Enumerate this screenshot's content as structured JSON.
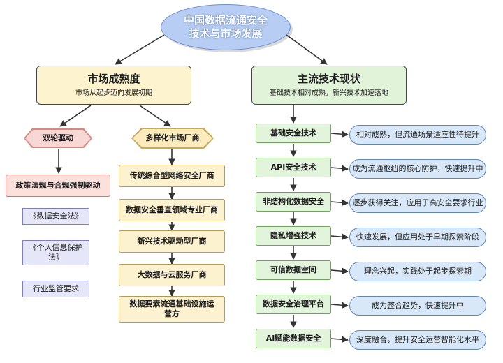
{
  "root": {
    "line1": "中国数据流通安全",
    "line2": "技术与市场发展"
  },
  "market": {
    "title": "市场成熟度",
    "subtitle": "市场从起步迈向发展初期",
    "dual_drive": {
      "label": "双轮驱动",
      "policy": "政策法规与合规强制驱动",
      "laws": [
        "《数据安全法》",
        "《个人信息保护法》",
        "行业监管要求"
      ]
    },
    "vendors": {
      "label": "多样化市场厂商",
      "items": [
        "传统综合型网络安全厂商",
        "数据安全垂直领域专业厂商",
        "新兴技术驱动型厂商",
        "大数据与云服务厂商",
        "数据要素流通基础设施运营方"
      ]
    }
  },
  "tech": {
    "title": "主流技术现状",
    "subtitle": "基础技术相对成熟，新兴技术加速落地",
    "items": [
      {
        "name": "基础安全技术",
        "status": "相对成熟，但流通场景适应性待提升"
      },
      {
        "name": "API安全技术",
        "status": "成为流通枢纽的核心防护，快速提升中"
      },
      {
        "name": "非结构化数据安全",
        "status": "逐步获得关注，应用于高安全要求行业"
      },
      {
        "name": "隐私增强技术",
        "status": "快速发展，但应用处于早期探索阶段"
      },
      {
        "name": "可信数据空间",
        "status": "理念兴起，实践处于起步探索期"
      },
      {
        "name": "数据安全治理平台",
        "status": "成为整合趋势，快速提升中"
      },
      {
        "name": "AI赋能数据安全",
        "status": "深度融合，提升安全运营智能化水平"
      }
    ]
  }
}
